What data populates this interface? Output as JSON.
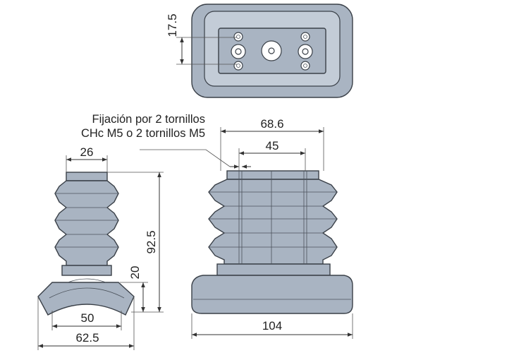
{
  "note": {
    "line1": "Fijación por 2 tornillos",
    "line2": "CHc M5 o 2 tornillos M5"
  },
  "dimensions": {
    "top_height": "17.5",
    "overall_width_upper": "68.6",
    "bolt_spacing": "45",
    "base_length": "104",
    "top_width_side": "26",
    "height_total": "92.5",
    "height_base": "20",
    "inner_width_base": "50",
    "outer_width_base": "62.5"
  }
}
